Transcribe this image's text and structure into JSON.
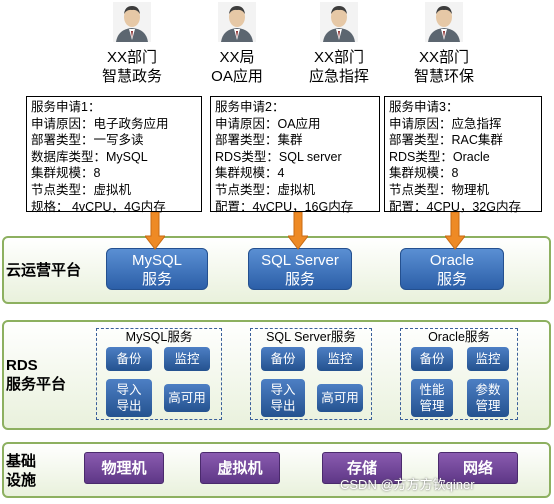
{
  "users": [
    {
      "line1": "XX部门",
      "line2": "智慧政务"
    },
    {
      "line1": "XX局",
      "line2": "OA应用"
    },
    {
      "line1": "XX部门",
      "line2": "应急指挥"
    },
    {
      "line1": "XX部门",
      "line2": "智慧环保"
    }
  ],
  "requests": [
    {
      "lines": [
        "服务申请1：",
        "申请原因：电子政务应用",
        "部署类型：一写多读",
        "数据库类型：MySQL",
        "集群规模：8",
        "节点类型：虚拟机",
        "规格：  4vCPU，4G内存"
      ]
    },
    {
      "lines": [
        "服务申请2：",
        "申请原因：OA应用",
        "部署类型：集群",
        "RDS类型：SQL server",
        "集群规模：4",
        "节点类型：虚拟机",
        "配置：4vCPU，16G内存"
      ]
    },
    {
      "lines": [
        "服务申请3：",
        "申请原因：应急指挥",
        "部署类型：RAC集群",
        "RDS类型：Oracle",
        "集群规模：8",
        "节点类型：物理机",
        "配置：4CPU，32G内存"
      ]
    }
  ],
  "cloud_panel": {
    "title": "云运营平台",
    "services": [
      {
        "line1": "MySQL",
        "line2": "服务"
      },
      {
        "line1": "SQL Server",
        "line2": "服务"
      },
      {
        "line1": "Oracle",
        "line2": "服务"
      }
    ]
  },
  "rds_panel": {
    "title_line1": "RDS",
    "title_line2": "服务平台",
    "groups": [
      {
        "title": "MySQL服务",
        "chips": [
          "备份",
          "监控",
          "导入\n导出",
          "高可用"
        ]
      },
      {
        "title": "SQL Server服务",
        "chips": [
          "备份",
          "监控",
          "导入\n导出",
          "高可用"
        ]
      },
      {
        "title": "Oracle服务",
        "chips": [
          "备份",
          "监控",
          "性能\n管理",
          "参数\n管理"
        ]
      }
    ]
  },
  "infra_panel": {
    "title_line1": "基础",
    "title_line2": "设施",
    "items": [
      "物理机",
      "虚拟机",
      "存储",
      "网络"
    ]
  },
  "watermark": "CSDN @方方方钦qiner",
  "colors": {
    "panel_border": "#8db060",
    "service_blue": "#3a72bf",
    "infra_purple": "#6e439a",
    "arrow_orange": "#ee8a25"
  }
}
